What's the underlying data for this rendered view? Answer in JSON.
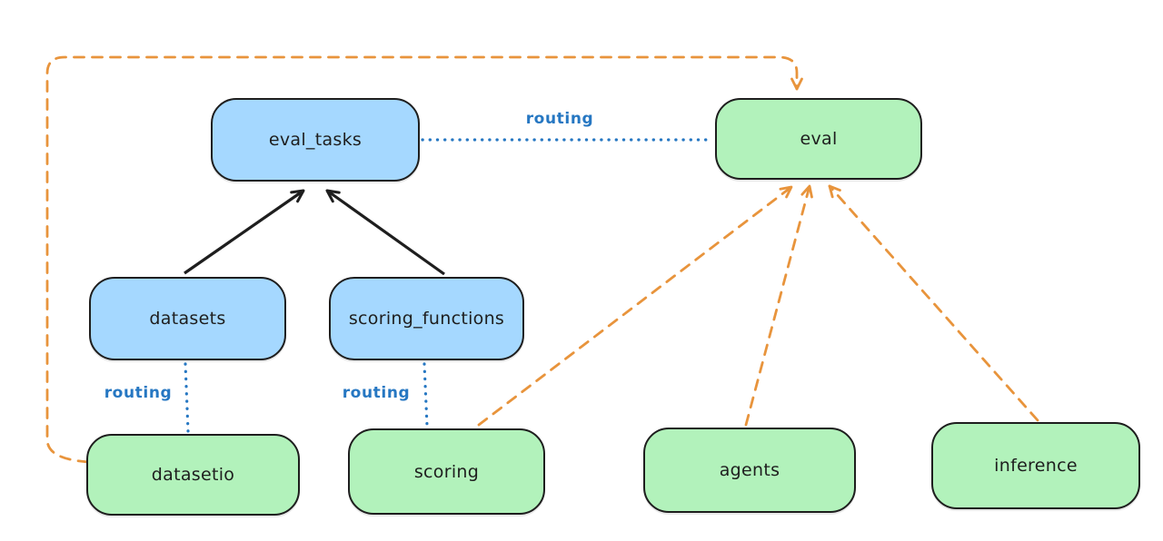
{
  "diagram": {
    "description": "Excalidraw-style architecture diagram linking API resources to providers",
    "colors": {
      "canvas_bg": "#ffffff",
      "node_blue_fill": "#a5d8ff",
      "node_green_fill": "#b2f2bb",
      "node_stroke": "#1e1e1e",
      "arrow_black": "#1e1e1e",
      "arrow_orange": "#e8943c",
      "routing_blue": "#2677c2"
    },
    "nodes": [
      {
        "id": "eval_tasks",
        "label": "eval_tasks",
        "color": "blue"
      },
      {
        "id": "eval",
        "label": "eval",
        "color": "green"
      },
      {
        "id": "datasets",
        "label": "datasets",
        "color": "blue"
      },
      {
        "id": "scoring_functions",
        "label": "scoring_functions",
        "color": "blue"
      },
      {
        "id": "datasetio",
        "label": "datasetio",
        "color": "green"
      },
      {
        "id": "scoring",
        "label": "scoring",
        "color": "green"
      },
      {
        "id": "agents",
        "label": "agents",
        "color": "green"
      },
      {
        "id": "inference",
        "label": "inference",
        "color": "green"
      }
    ],
    "edges": [
      {
        "from": "datasets",
        "to": "eval_tasks",
        "style": "solid",
        "color": "black",
        "arrow": true
      },
      {
        "from": "scoring_functions",
        "to": "eval_tasks",
        "style": "solid",
        "color": "black",
        "arrow": true
      },
      {
        "from": "eval_tasks",
        "to": "eval",
        "style": "dotted",
        "color": "blue",
        "arrow": false,
        "label": "routing"
      },
      {
        "from": "datasets",
        "to": "datasetio",
        "style": "dotted",
        "color": "blue",
        "arrow": false,
        "label": "routing"
      },
      {
        "from": "scoring_functions",
        "to": "scoring",
        "style": "dotted",
        "color": "blue",
        "arrow": false,
        "label": "routing"
      },
      {
        "from": "datasetio",
        "to": "eval",
        "style": "dashed",
        "color": "orange",
        "arrow": true
      },
      {
        "from": "scoring",
        "to": "eval",
        "style": "dashed",
        "color": "orange",
        "arrow": true
      },
      {
        "from": "agents",
        "to": "eval",
        "style": "dashed",
        "color": "orange",
        "arrow": true
      },
      {
        "from": "inference",
        "to": "eval",
        "style": "dashed",
        "color": "orange",
        "arrow": true
      }
    ],
    "edge_labels": [
      {
        "text": "routing"
      },
      {
        "text": "routing"
      },
      {
        "text": "routing"
      }
    ]
  }
}
